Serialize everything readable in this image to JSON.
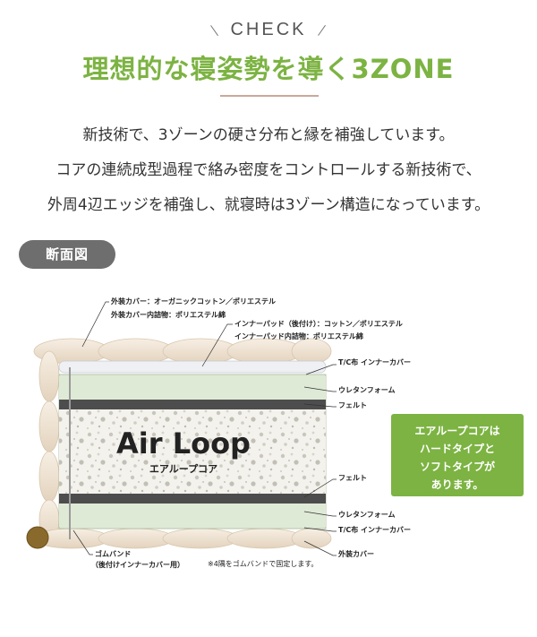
{
  "header": {
    "eyebrow": "CHECK",
    "title": "理想的な寝姿勢を導く3ZONE"
  },
  "description": {
    "line1": "新技術で、3ゾーンの硬さ分布と縁を補強しています。",
    "line2": "コアの連続成型過程で絡み密度をコントロールする新技術で、",
    "line3": "外周4辺エッジを補強し、就寝時は3ゾーン構造になっています。"
  },
  "section_badge": "断面図",
  "diagram": {
    "core_logo": "Air Loop",
    "core_logo_sub": "エアループコア",
    "labels": {
      "outer_cover": "外装カバー：オーガニックコットン／ポリエステル",
      "outer_cover_fill": "外装カバー内詰物：ポリエステル綿",
      "inner_pad": "インナーパッド（後付け）：コットン／ポリエステル",
      "inner_pad_fill": "インナーパッド内詰物：ポリエステル綿",
      "tc_top": "T/C布  インナーカバー",
      "urethane_top": "ウレタンフォーム",
      "felt_top": "フェルト",
      "felt_bottom": "フェルト",
      "urethane_bottom": "ウレタンフォーム",
      "tc_bottom": "T/C布  インナーカバー",
      "outer_cover_bottom": "外装カバー",
      "rubber_band": "ゴムバンド",
      "rubber_band_sub": "（後付けインナーカバー用）",
      "note": "※4隅をゴムバンドで固定します。"
    }
  },
  "callout": {
    "line1": "エアループコアは",
    "line2": "ハードタイプと",
    "line3": "ソフトタイプが",
    "line4": "あります。"
  },
  "colors": {
    "accent_green": "#7cb342",
    "badge_gray": "#6e6e6e",
    "rule_brown": "#c9a89a",
    "felt_dark": "#4d4d4d",
    "urethane_green": "#dfead6",
    "quilt_beige": "#efe3d3"
  }
}
